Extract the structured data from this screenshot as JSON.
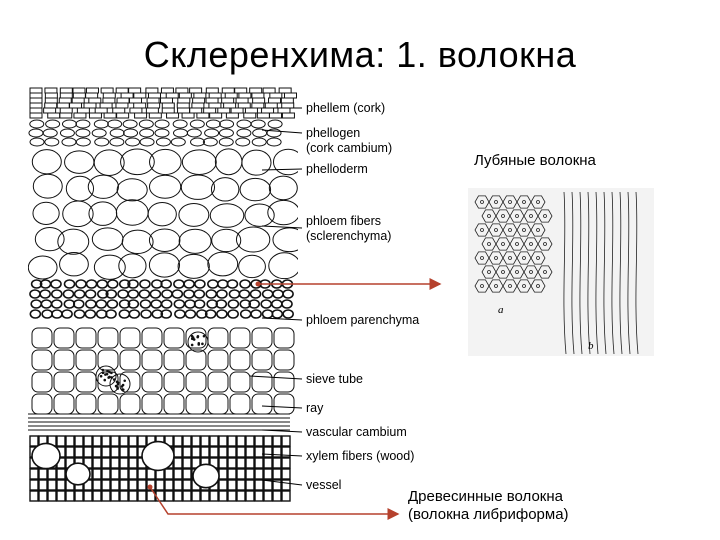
{
  "title": "Склеренхима: 1. волокна",
  "labels": {
    "phellem": "phellem (cork)",
    "phellogen_1": "phellogen",
    "phellogen_2": "(cork cambium)",
    "phelloderm": "phelloderm",
    "phloem_fibers_1": "phloem fibers",
    "phloem_fibers_2": "(sclerenchyma)",
    "phloem_parenchyma": "phloem parenchyma",
    "sieve_tube": "sieve tube",
    "ray": "ray",
    "vascular_cambium": "vascular cambium",
    "xylem_fibers": "xylem fibers (wood)",
    "vessel": "vessel"
  },
  "annotations": {
    "bast_fibers": "Лубяные волокна",
    "wood_fibers_1": "Древесинные волокна",
    "wood_fibers_2": "(волокна либриформа)"
  },
  "inset_letters": {
    "a": "a",
    "b": "b"
  },
  "colors": {
    "arrow": "#b5412d",
    "leader": "#000000",
    "inset_bg": "#f3f3f3"
  }
}
